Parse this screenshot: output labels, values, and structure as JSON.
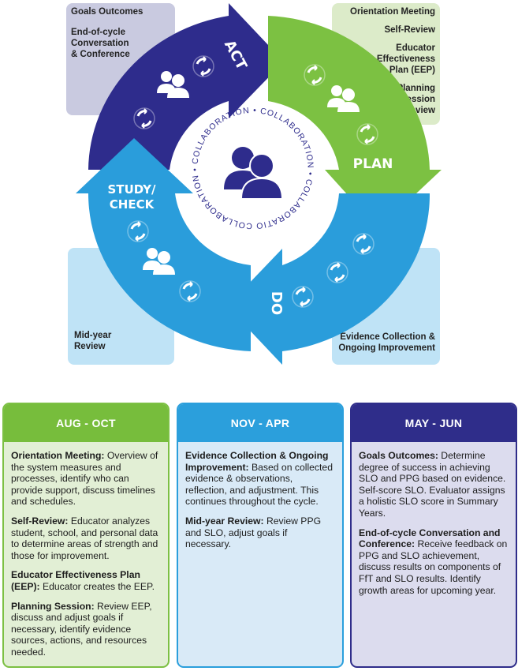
{
  "corners": {
    "top_left": [
      "Goals Outcomes",
      "End-of-cycle Conversation & Conference"
    ],
    "top_right": [
      "Orientation Meeting",
      "Self-Review",
      "Educator Effectiveness Plan (EEP)",
      "Planning Session Review"
    ],
    "bottom_left": [
      "Mid-year Review"
    ],
    "bottom_right": [
      "Evidence Collection & Ongoing Improvement"
    ]
  },
  "cycle": {
    "stages": {
      "act": "ACT",
      "plan": "PLAN",
      "do": "DO",
      "study_line1": "STUDY/",
      "study_line2": "CHECK"
    },
    "center_ring_text": "COLLABORATION • COLLABORATION • COLLABORATION • COLLABORATION •",
    "colors": {
      "act": "#2e2c8c",
      "plan": "#7cc142",
      "do": "#2a9ddb",
      "study": "#2a9ddb",
      "center": "#2e2c8c"
    }
  },
  "panels": [
    {
      "header": "AUG - OCT",
      "entries": [
        {
          "title": "Orientation Meeting:",
          "text": " Overview of the system measures and processes, identify who can provide support, discuss timelines and schedules."
        },
        {
          "title": "Self-Review:",
          "text": " Educator analyzes student, school, and personal data to determine areas of strength and those for improvement."
        },
        {
          "title": "Educator Effectiveness Plan (EEP):",
          "text": " Educator creates the EEP."
        },
        {
          "title": "Planning Session:",
          "text": " Review EEP, discuss and adjust goals if necessary, identify evidence sources, actions, and resources needed."
        }
      ]
    },
    {
      "header": "NOV - APR",
      "entries": [
        {
          "title": "Evidence Collection & Ongoing Improvement:",
          "text": " Based on collected evidence & observations, reflection, and adjustment. This continues throughout the cycle."
        },
        {
          "title": "Mid-year Review:",
          "text": " Review PPG and SLO, adjust goals if necessary."
        }
      ]
    },
    {
      "header": "MAY - JUN",
      "entries": [
        {
          "title": "Goals Outcomes:",
          "text": " Determine degree of success in achieving SLO and PPG based on evidence. Self-score SLO. Evaluator assigns a holistic SLO score in Summary Years."
        },
        {
          "title": "End-of-cycle Conversation and Conference:",
          "text": " Receive feedback on PPG and SLO achievement, discuss results on components of FfT and SLO results. Identify growth areas for upcoming year."
        }
      ]
    }
  ]
}
